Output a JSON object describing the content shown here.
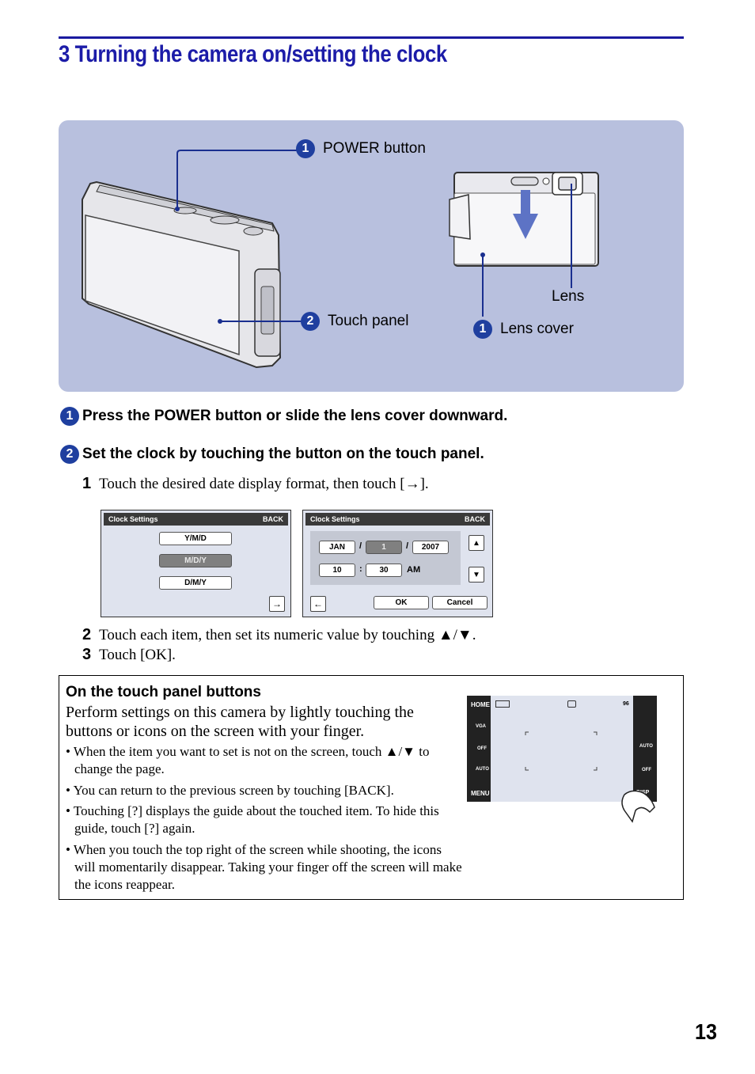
{
  "header": {
    "title": "3  Turning the camera on/setting the clock"
  },
  "figure": {
    "power_button_num": "1",
    "power_button_label": "POWER button",
    "touch_panel_num": "2",
    "touch_panel_label": "Touch panel",
    "lens_label": "Lens",
    "lens_cover_num": "1",
    "lens_cover_label": "Lens cover"
  },
  "steps": {
    "step1_num": "1",
    "step1_text": "Press the POWER button or slide the lens cover downward.",
    "step2_num": "2",
    "step2_text": "Set the clock by touching the button on the touch panel.",
    "sub1_num": "1",
    "sub1_text": "Touch the desired date display format, then touch [→].",
    "sub2_num": "2",
    "sub2_text": "Touch each item, then set its numeric value by touching ▲/▼.",
    "sub3_num": "3",
    "sub3_text": "Touch [OK]."
  },
  "screen1": {
    "title": "Clock Settings",
    "back": "BACK",
    "options": [
      "Y/M/D",
      "M/D/Y",
      "D/M/Y"
    ],
    "selected": "M/D/Y",
    "next_arrow": "→"
  },
  "screen2": {
    "title": "Clock Settings",
    "back": "BACK",
    "month": "JAN",
    "sep1": "/",
    "day": "1",
    "sep2": "/",
    "year": "2007",
    "hour": "10",
    "colon": ":",
    "minute": "30",
    "ampm": "AM",
    "up": "▲",
    "down": "▼",
    "back_arrow": "←",
    "ok": "OK",
    "cancel": "Cancel"
  },
  "note": {
    "title": "On the touch panel buttons",
    "body": "Perform settings on this camera by lightly touching the buttons or icons on the screen with your finger.",
    "bullets": [
      "• When the item you want to set is not on the screen, touch ▲/▼ to change the page.",
      "• You can return to the previous screen by touching [BACK].",
      "• Touching [?] displays the guide about the touched item. To hide this guide, touch [?] again.",
      "• When you touch the top right of the screen while shooting, the icons will momentarily disappear. Taking your finger off the screen will make the icons reappear."
    ]
  },
  "camera_screen": {
    "home": "HOME",
    "menu": "MENU",
    "vga": "VGA",
    "off": "OFF",
    "auto": "AUTO",
    "flash_auto": "AUTO",
    "disp": "DISP",
    "count": "96"
  },
  "page_number": "13"
}
